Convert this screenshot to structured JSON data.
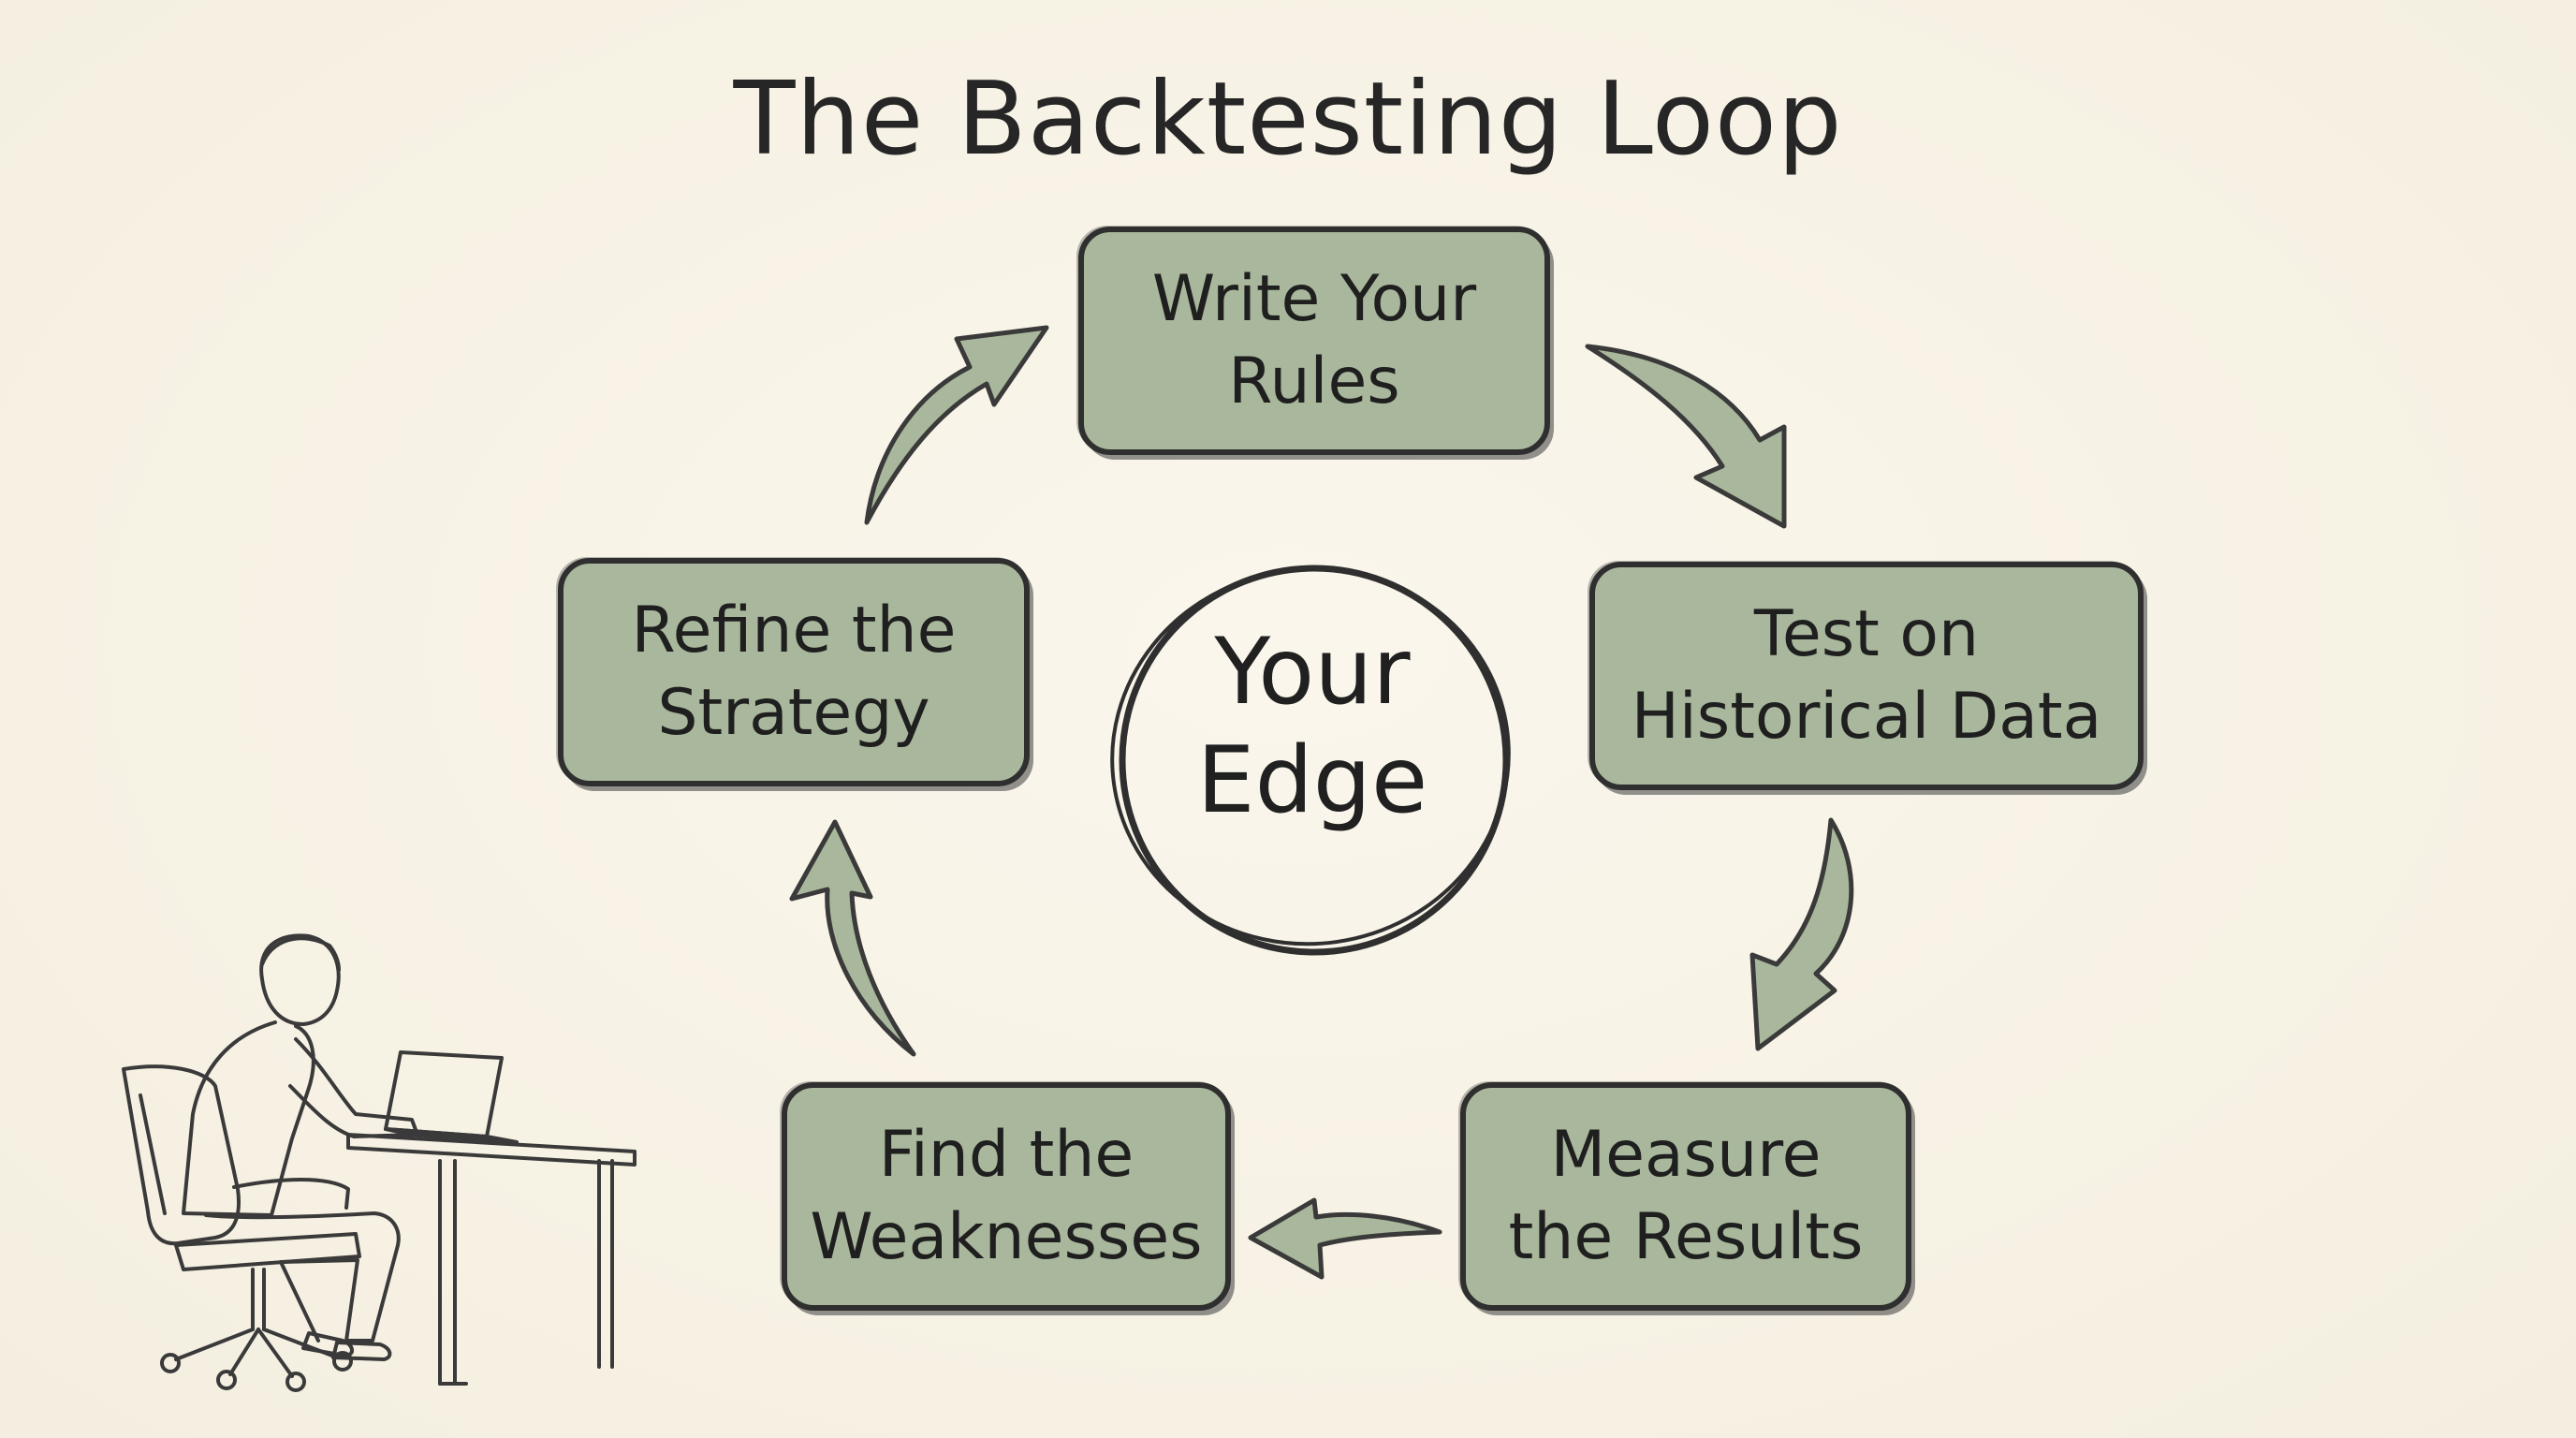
{
  "title": "The Backtesting Loop",
  "center": {
    "label": "Your\nEdge"
  },
  "steps": [
    {
      "id": "write",
      "label": "Write Your\nRules"
    },
    {
      "id": "test",
      "label": "Test on\nHistorical Data"
    },
    {
      "id": "measure",
      "label": "Measure\nthe Results"
    },
    {
      "id": "find",
      "label": "Find the\nWeaknesses"
    },
    {
      "id": "refine",
      "label": "Refine the\nStrategy"
    }
  ],
  "colors": {
    "background": "#f8f4e8",
    "box_fill": "#a9b89c",
    "arrow_fill": "#a9b89c",
    "ink": "#2f2f2f"
  },
  "icons": [
    "person-at-laptop-desk-illustration",
    "cycle-arrow-icon"
  ]
}
